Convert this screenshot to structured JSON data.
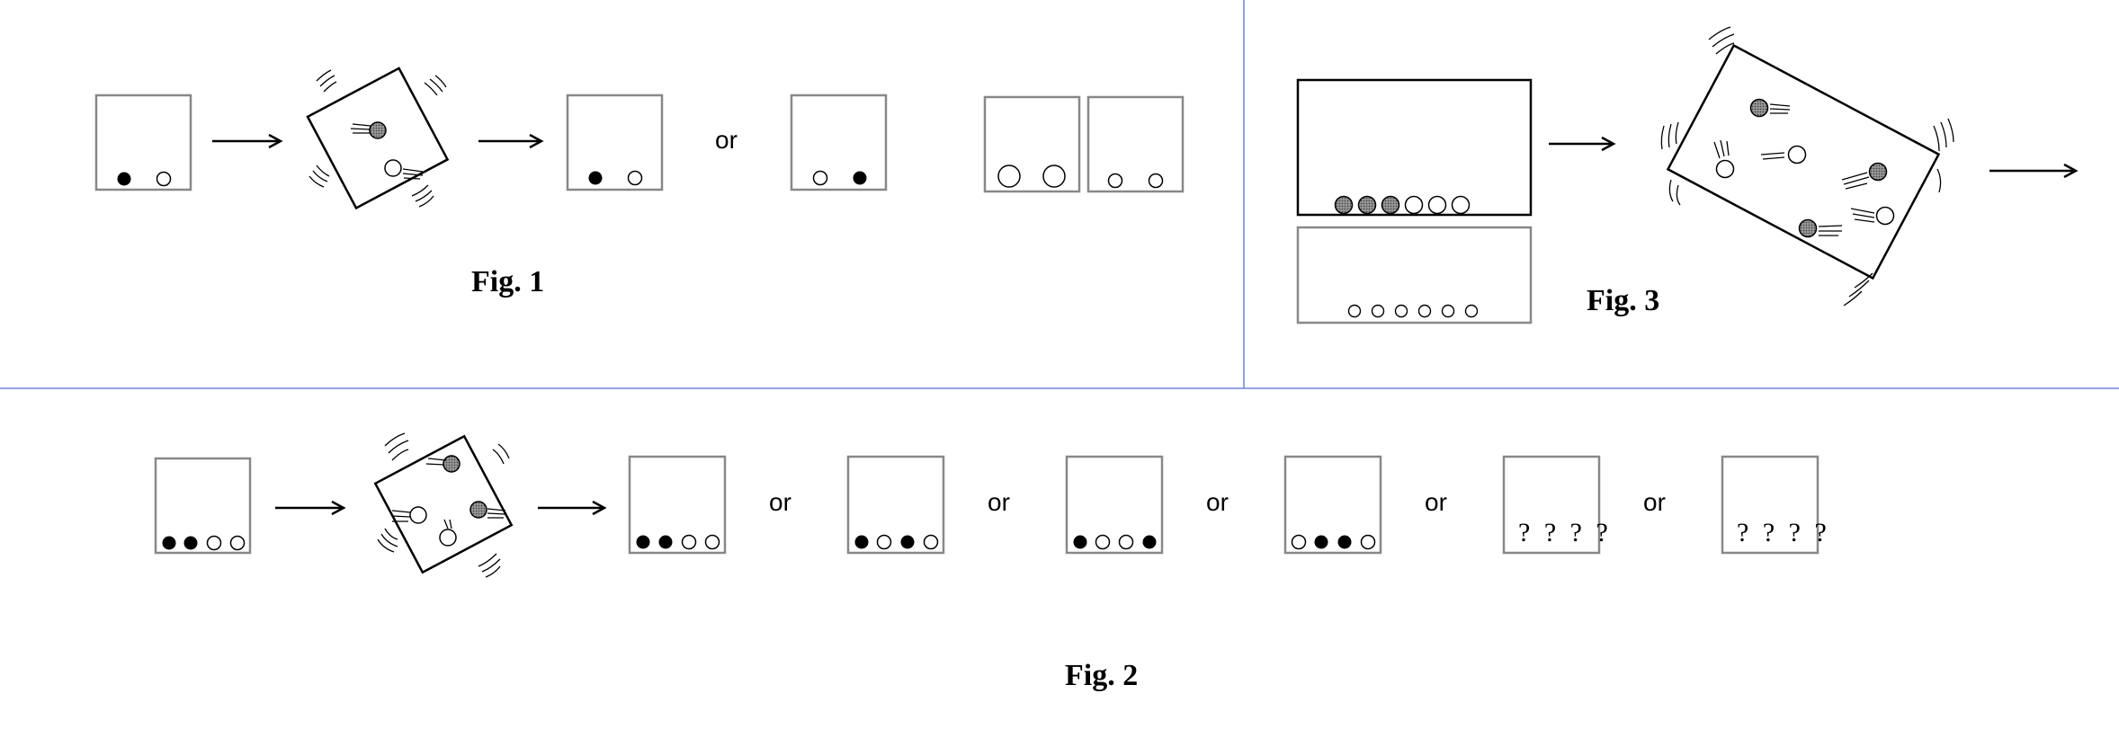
{
  "figures": {
    "fig1": {
      "label": "Fig. 1",
      "or_text": "or"
    },
    "fig2": {
      "label": "Fig. 2",
      "or_text": "or",
      "unknown_text": "? ? ? ?"
    },
    "fig3": {
      "label": "Fig. 3"
    }
  },
  "colors": {
    "divider": "#6f86d6",
    "box_border": "#888888",
    "ink": "#000000",
    "grey_ball": "#777777"
  },
  "icons": [
    "right-arrow-icon",
    "shaking-box-icon",
    "ball-icon"
  ]
}
